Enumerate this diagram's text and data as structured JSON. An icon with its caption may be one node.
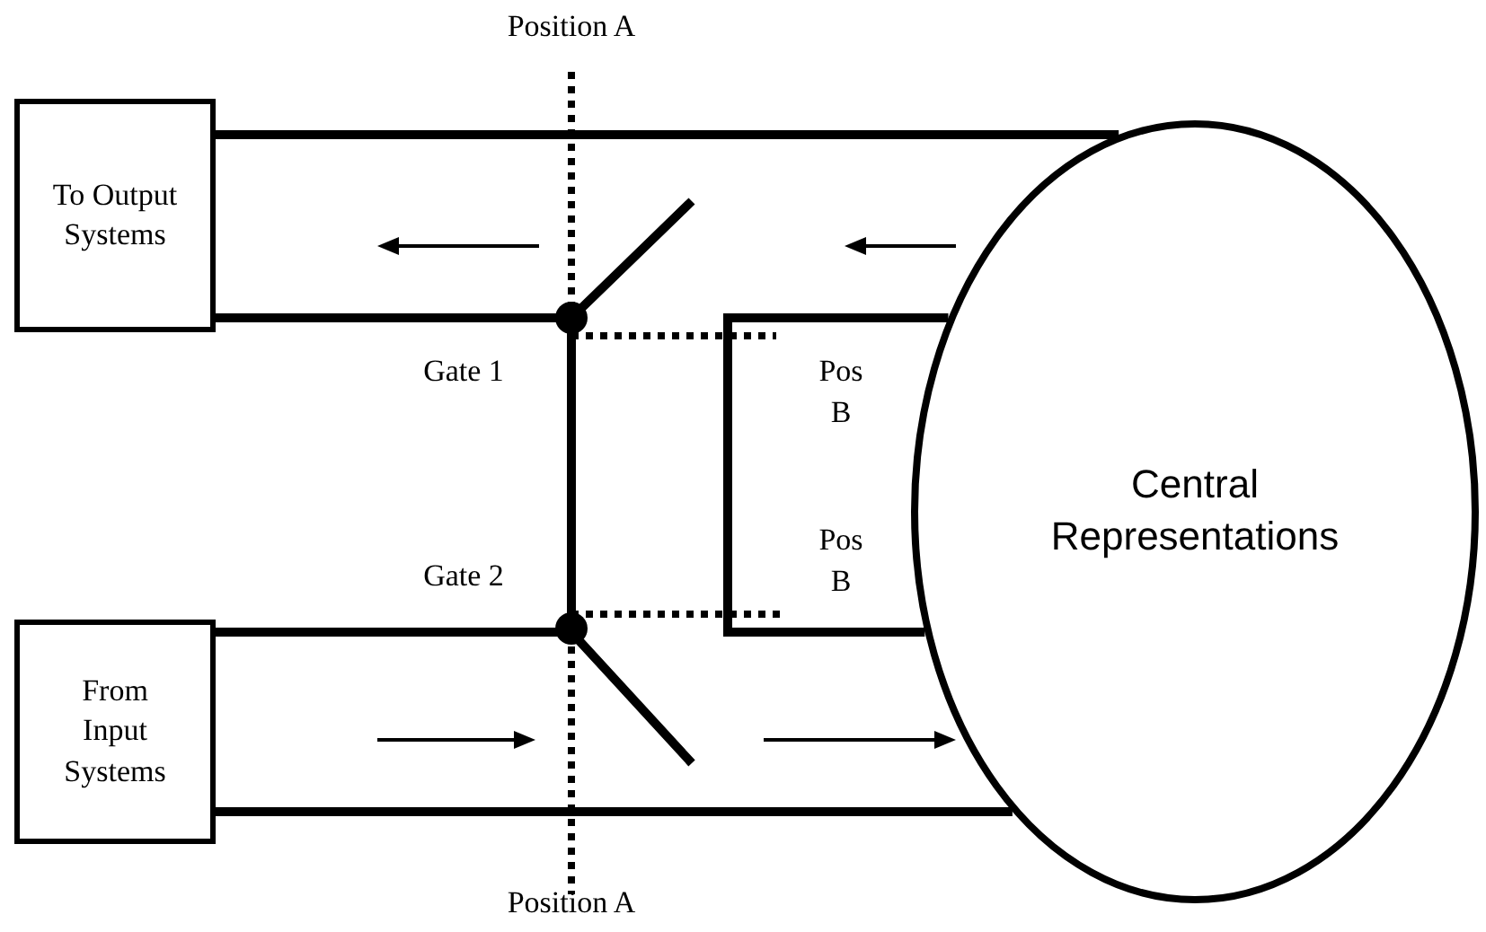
{
  "diagram": {
    "nodes": [
      {
        "text": [
          "To Output Systems"
        ]
      },
      {
        "text": [
          "From Input Systems"
        ]
      },
      {
        "text": [
          "Central Representations"
        ]
      }
    ],
    "edges": [
      {
        "from": 0,
        "to": 2,
        "arrow": "none"
      },
      {
        "from": 1,
        "to": 2,
        "arrow": "none"
      }
    ],
    "labels": [
      "Position A",
      "Gate 1",
      "Pos B",
      "Gate 2",
      "Pos B",
      "Position A"
    ]
  }
}
